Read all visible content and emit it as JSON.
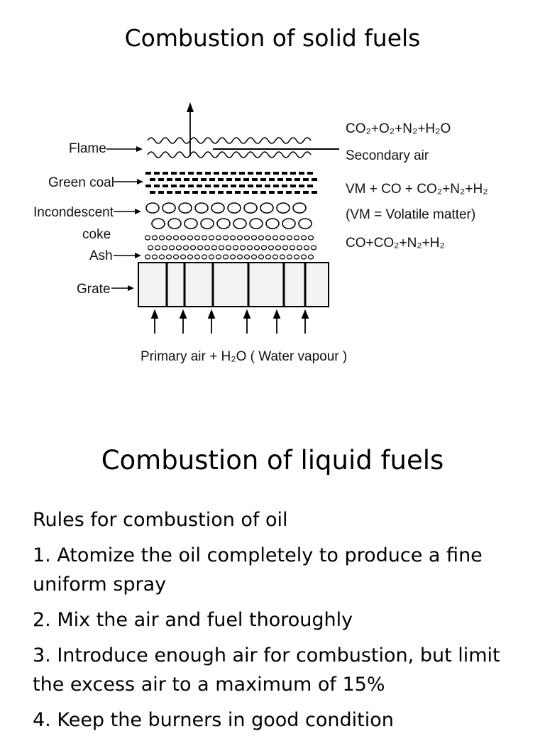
{
  "slide1": {
    "title": "Combustion of solid fuels",
    "labels": {
      "flame": "Flame",
      "green_coal": "Green coal",
      "incandescent": "Incondescent",
      "coke": "coke",
      "ash": "Ash",
      "grate": "Grate",
      "primary_air": "Primary air + H₂O ( Water vapour )"
    },
    "right_notes": {
      "flue_gas": "CO₂+O₂+N₂+H₂O",
      "secondary_air": "Secondary air",
      "vm_line": "VM + CO + CO₂+N₂+H₂",
      "vm_def": "(VM = Volatile matter)",
      "lower_gas": "CO+CO₂+N₂+H₂"
    }
  },
  "slide2": {
    "title": "Combustion of liquid fuels",
    "rules_heading": "Rules for combustion of oil",
    "rules": [
      "1. Atomize the oil completely to produce a fine uniform spray",
      "2. Mix the air and fuel thoroughly",
      "3. Introduce enough air for combustion, but limit the excess air to a maximum of 15%",
      "4. Keep the burners in good condition"
    ]
  }
}
